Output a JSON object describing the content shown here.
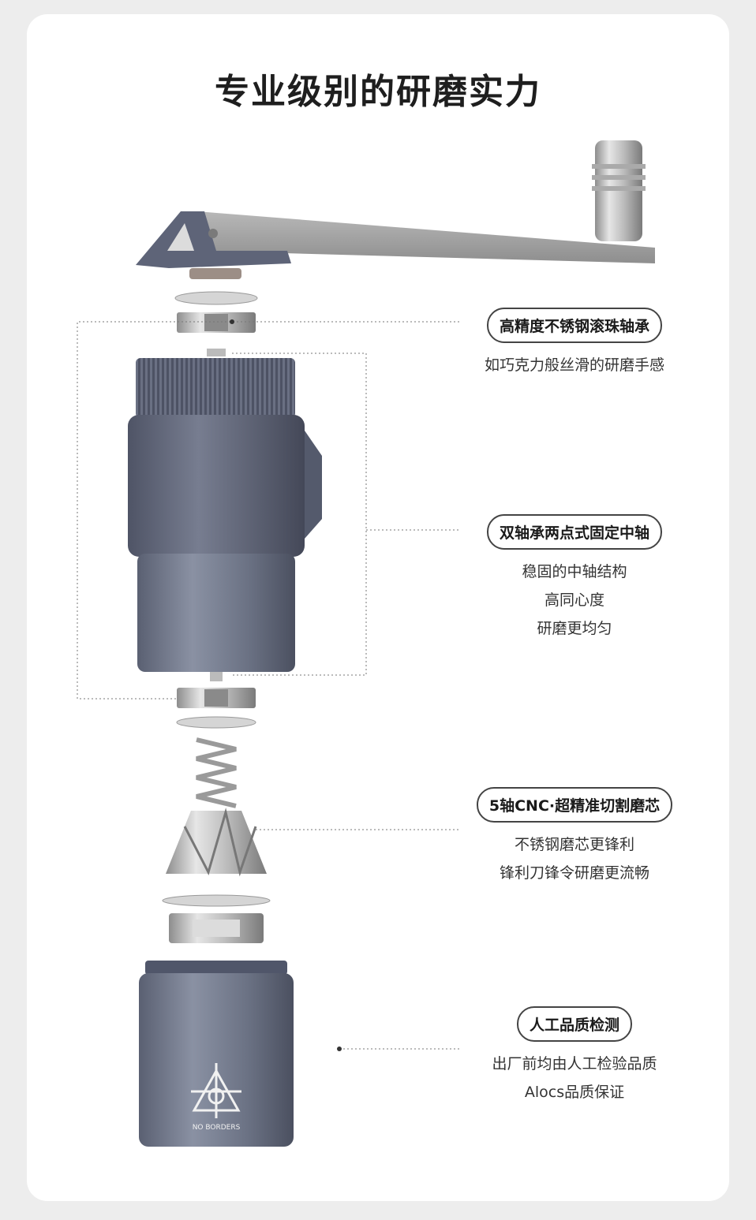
{
  "title": "专业级别的研磨实力",
  "features": [
    {
      "heading": "高精度不锈钢滚珠轴承",
      "lines": [
        "如巧克力般丝滑的研磨手感"
      ]
    },
    {
      "heading": "双轴承两点式固定中轴",
      "lines": [
        "稳固的中轴结构",
        "高同心度",
        "研磨更均匀"
      ]
    },
    {
      "heading": "5轴CNC·超精准切割磨芯",
      "lines": [
        "不锈钢磨芯更锋利",
        "锋利刀锋令研磨更流畅"
      ]
    },
    {
      "heading": "人工品质检测",
      "lines": [
        "出厂前均由人工检验品质",
        "Alocs品质保证"
      ]
    }
  ],
  "product": {
    "logo_text": "NO BORDERS"
  },
  "colors": {
    "body": "#6d7487",
    "sleeve": "#5f6579",
    "steel": "#c9c9c9",
    "handle": "#a9a9a9"
  }
}
